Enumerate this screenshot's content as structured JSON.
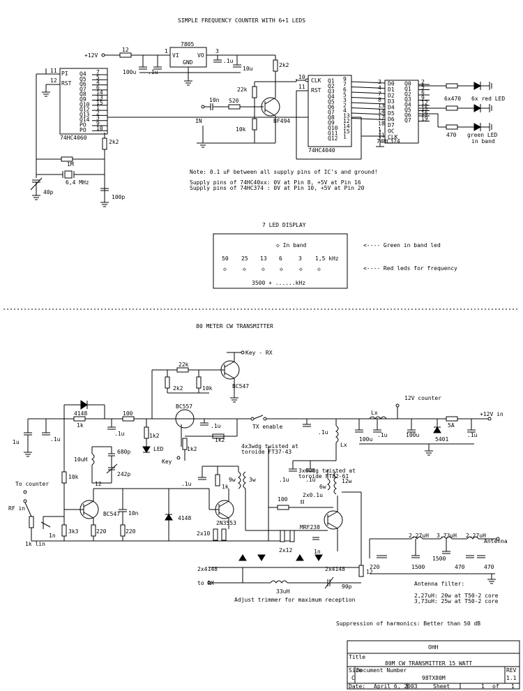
{
  "title": "SIMPLE FREQUENCY COUNTER WITH 6+1 LEDS",
  "counter": {
    "supply_in": "+12V",
    "r_supply": "12",
    "reg_name": "7805",
    "reg_vi": "VI",
    "reg_vo": "VO",
    "reg_gnd": "GND",
    "pin1": "1",
    "pin3": "3",
    "c100u": "100u",
    "c1u_a": ".1u",
    "c1u_b": ".1u",
    "c10u": "10u",
    "r2k2_top": "2k2",
    "r22k": "22k",
    "c10n": "10n",
    "s20": "S20",
    "r10k": "10k",
    "in_label": "IN",
    "bf494": "BF494",
    "u4060": "74HC4060",
    "u4060_pins_left": [
      "PI",
      "RST"
    ],
    "u4060_pinnums_left": [
      "11",
      "12"
    ],
    "u4060_outs": [
      "Q4",
      "Q5",
      "Q6",
      "Q7",
      "Q8",
      "Q9",
      "Q10",
      "Q12",
      "Q13",
      "Q14",
      "PO",
      "PO"
    ],
    "u4060_outnums": [
      "7",
      "5",
      "4",
      "6",
      "14",
      "13",
      "15",
      "1",
      "2",
      "3",
      "9",
      "10"
    ],
    "r2k2_mid": "2k2",
    "r1m": "1M",
    "xtal": "6,4 MHz",
    "c40p": "40p",
    "c100p": "100p",
    "u4040": "74HC4040",
    "u4040_in": [
      "CLK",
      "RST"
    ],
    "u4040_innum": [
      "10",
      "11"
    ],
    "u4040_outs": [
      "Q1",
      "Q2",
      "Q3",
      "Q4",
      "Q5",
      "Q6",
      "Q7",
      "Q8",
      "Q9",
      "Q10",
      "Q11",
      "Q12"
    ],
    "u4040_outnums": [
      "9",
      "7",
      "6",
      "5",
      "3",
      "2",
      "4",
      "13",
      "12",
      "14",
      "15",
      "1"
    ],
    "u374": "74HC374",
    "u374_in": [
      "D0",
      "D1",
      "D2",
      "D3",
      "D4",
      "D5",
      "D6",
      "D7",
      "OC",
      "CLK"
    ],
    "u374_innum": [
      "3",
      "4",
      "7",
      "8",
      "13",
      "14",
      "17",
      "18",
      "1",
      "11"
    ],
    "u374_out": [
      "Q0",
      "Q1",
      "Q2",
      "Q3",
      "Q4",
      "Q5",
      "Q6",
      "Q7"
    ],
    "u374_outnum": [
      "2",
      "5",
      "6",
      "9",
      "12",
      "15",
      "16",
      "19"
    ],
    "r6x470": "6x470",
    "red_led": "6x red LED",
    "r470": "470",
    "green_led_1": "green LED",
    "green_led_2": "in band",
    "note1": "Note: 0.1 uF between all supply pins of IC's and ground!",
    "note2": "Supply pins of 74HC40xx: 0V at Pin 8, +5V at Pin 16",
    "note3": "Supply pins of 74HC374 : 0V at Pin 10, +5V at Pin 20"
  },
  "display": {
    "title": "7 LED DISPLAY",
    "in_band": "◇ In band",
    "freqs": [
      "50",
      "25",
      "13",
      "6",
      "3",
      "1,5 kHz"
    ],
    "diamond": "◇",
    "base": "3500 + ......kHz",
    "green_note": "<---- Green in band led",
    "red_note": "<---- Red leds for frequency"
  },
  "transmitter": {
    "title": "80 METER CW TRANSMITTER",
    "key_rx": "Key - RX",
    "r22k": "22k",
    "r2k2": "2k2",
    "r10k": "10k",
    "bc547_top": "BC547",
    "d4148": "4148",
    "r1k": "1k",
    "r100": "100",
    "bc557": "BC557",
    "c1u_a": ".1u",
    "c1u_b": ".1u",
    "c1u_c": ".1u",
    "r1k2_a": "1k2",
    "r1k2_b": "1k2",
    "r1k2_c": "1k2",
    "led": "LED",
    "key": "Key",
    "tx_enable": "TX enable",
    "c1u_d": ".1u",
    "cap_1u_left": "1u",
    "counter_12v": "12V counter",
    "lx1": "Lx",
    "lx2": "Lx",
    "c100u_1": "100u",
    "c100u_2": "100u",
    "c1u_e": ".1u",
    "c1u_f": ".1u",
    "d5401": "5401",
    "fuse": "5A",
    "supply": "+12V in",
    "l10uh": "10uH",
    "c680p": "680p",
    "c242p": "242p",
    "r10k_b": "10k",
    "r12": "12",
    "to_counter": "To counter",
    "rf_in": "RF in",
    "c1u_g": ".1u",
    "c1n": "1n",
    "pot": "1k lin",
    "bc547_mid": "BC547",
    "c10n": "10n",
    "r3k3": "3k3",
    "r220_a": "220",
    "r220_b": "220",
    "d4148_b": "4148",
    "tor1_1": "4x3wdg twisted at",
    "tor1_2": "toroide FT37-43",
    "r1k_b": "1k",
    "w9": "9w",
    "w3": "3w",
    "t2n3553": "2N3553",
    "r2x10": "2x10",
    "tor2_1": "3x6wdg twisted at",
    "tor2_2": "toroide FT82-61",
    "c1u_h": ".1u",
    "c1u_i": ".1u",
    "c2x01u": "2x0.1u",
    "r100b": "100",
    "w6": "6w",
    "w12": "12w",
    "mrf238": "MRF238",
    "r2x12": "2x12",
    "c1n_b": "1n",
    "l227a": "2,27uH",
    "l373": "3,73uH",
    "l227b": "2,27uH",
    "antenna": "Antenna",
    "c220": "220",
    "c1500a": "1500",
    "c1500b": "1500",
    "c470a": "470",
    "c470b": "470",
    "to_rx": "to RX",
    "d2x4148a": "2x4148",
    "d2x4148b": "2x4148",
    "l33uh": "33uH",
    "c90p": "90p",
    "r12b": "12",
    "adjust": "Adjust trimmer for maximum reception",
    "filter_title": "Antenna filter:",
    "filter_1": "2,27uH: 20w at T50-2 core",
    "filter_2": "3,73uH: 25w at T50-2 core",
    "suppression": "Suppression of harmonics: Better than 50 dB"
  },
  "title_block": {
    "company": "OHH",
    "title_label": "Title",
    "title": "80M CW TRANSMITTER 15 WATT",
    "size_label": "Size",
    "size": "C",
    "docnum_label": "Document Number",
    "docnum": "98TX80M",
    "rev_label": "REV",
    "rev": "1.1",
    "date_label": "Date:",
    "date": "April  6, 2003",
    "sheet_label": "Sheet",
    "sheet": "1",
    "of_label": "of",
    "of": "1"
  }
}
